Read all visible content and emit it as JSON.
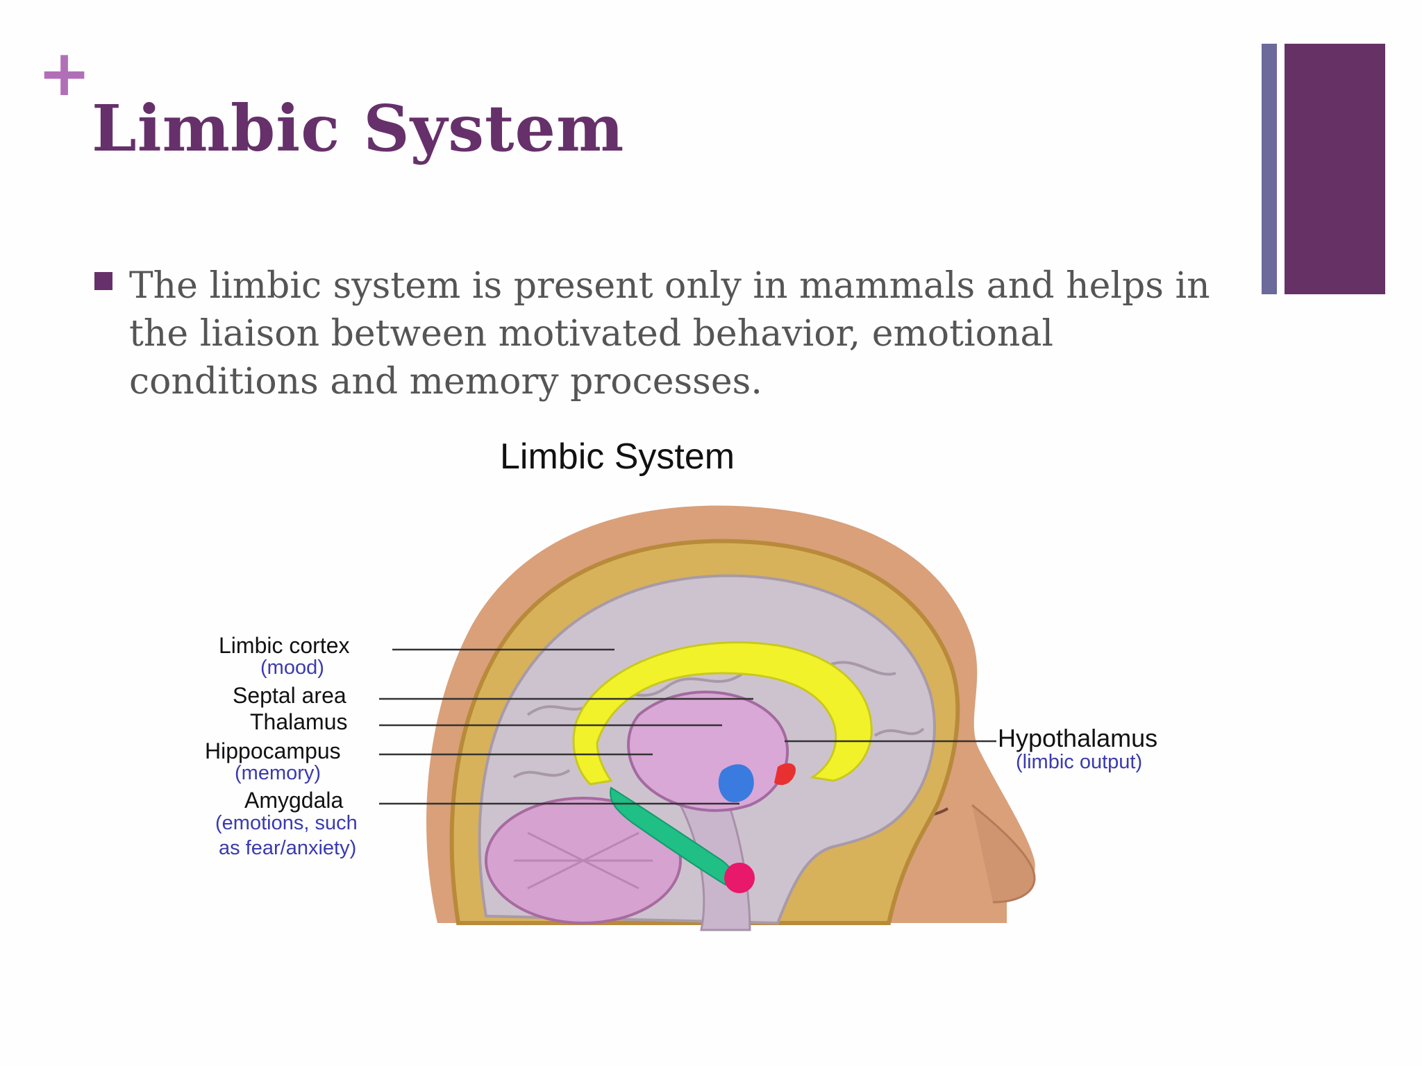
{
  "slide": {
    "plus_symbol": "+",
    "title": "Limbic System",
    "bullet": "The limbic system is present only in mammals and helps in the liaison between motivated behavior, emotional conditions and memory processes."
  },
  "figure": {
    "title": "Limbic System",
    "labels": {
      "limbic_cortex": "Limbic cortex",
      "limbic_cortex_sub": "(mood)",
      "septal_area": "Septal area",
      "thalamus": "Thalamus",
      "hippocampus": "Hippocampus",
      "hippocampus_sub": "(memory)",
      "amygdala": "Amygdala",
      "amygdala_sub_1": "(emotions, such",
      "amygdala_sub_2": "as fear/anxiety)",
      "hypothalamus": "Hypothalamus",
      "hypothalamus_sub": "(limbic output)"
    }
  },
  "colors": {
    "title": "#66306a",
    "plus": "#b16fb7",
    "bullet_text": "#555555",
    "accent_thin": "#6b6a9a",
    "accent_thick": "#663266",
    "label_sub": "#3a3ab0",
    "limbic_cortex": "#f2f22a",
    "hippocampus": "#1fbf86",
    "amygdala": "#e8186a",
    "hypothalamus": "#e83030",
    "thalamus": "#3a7be0"
  }
}
